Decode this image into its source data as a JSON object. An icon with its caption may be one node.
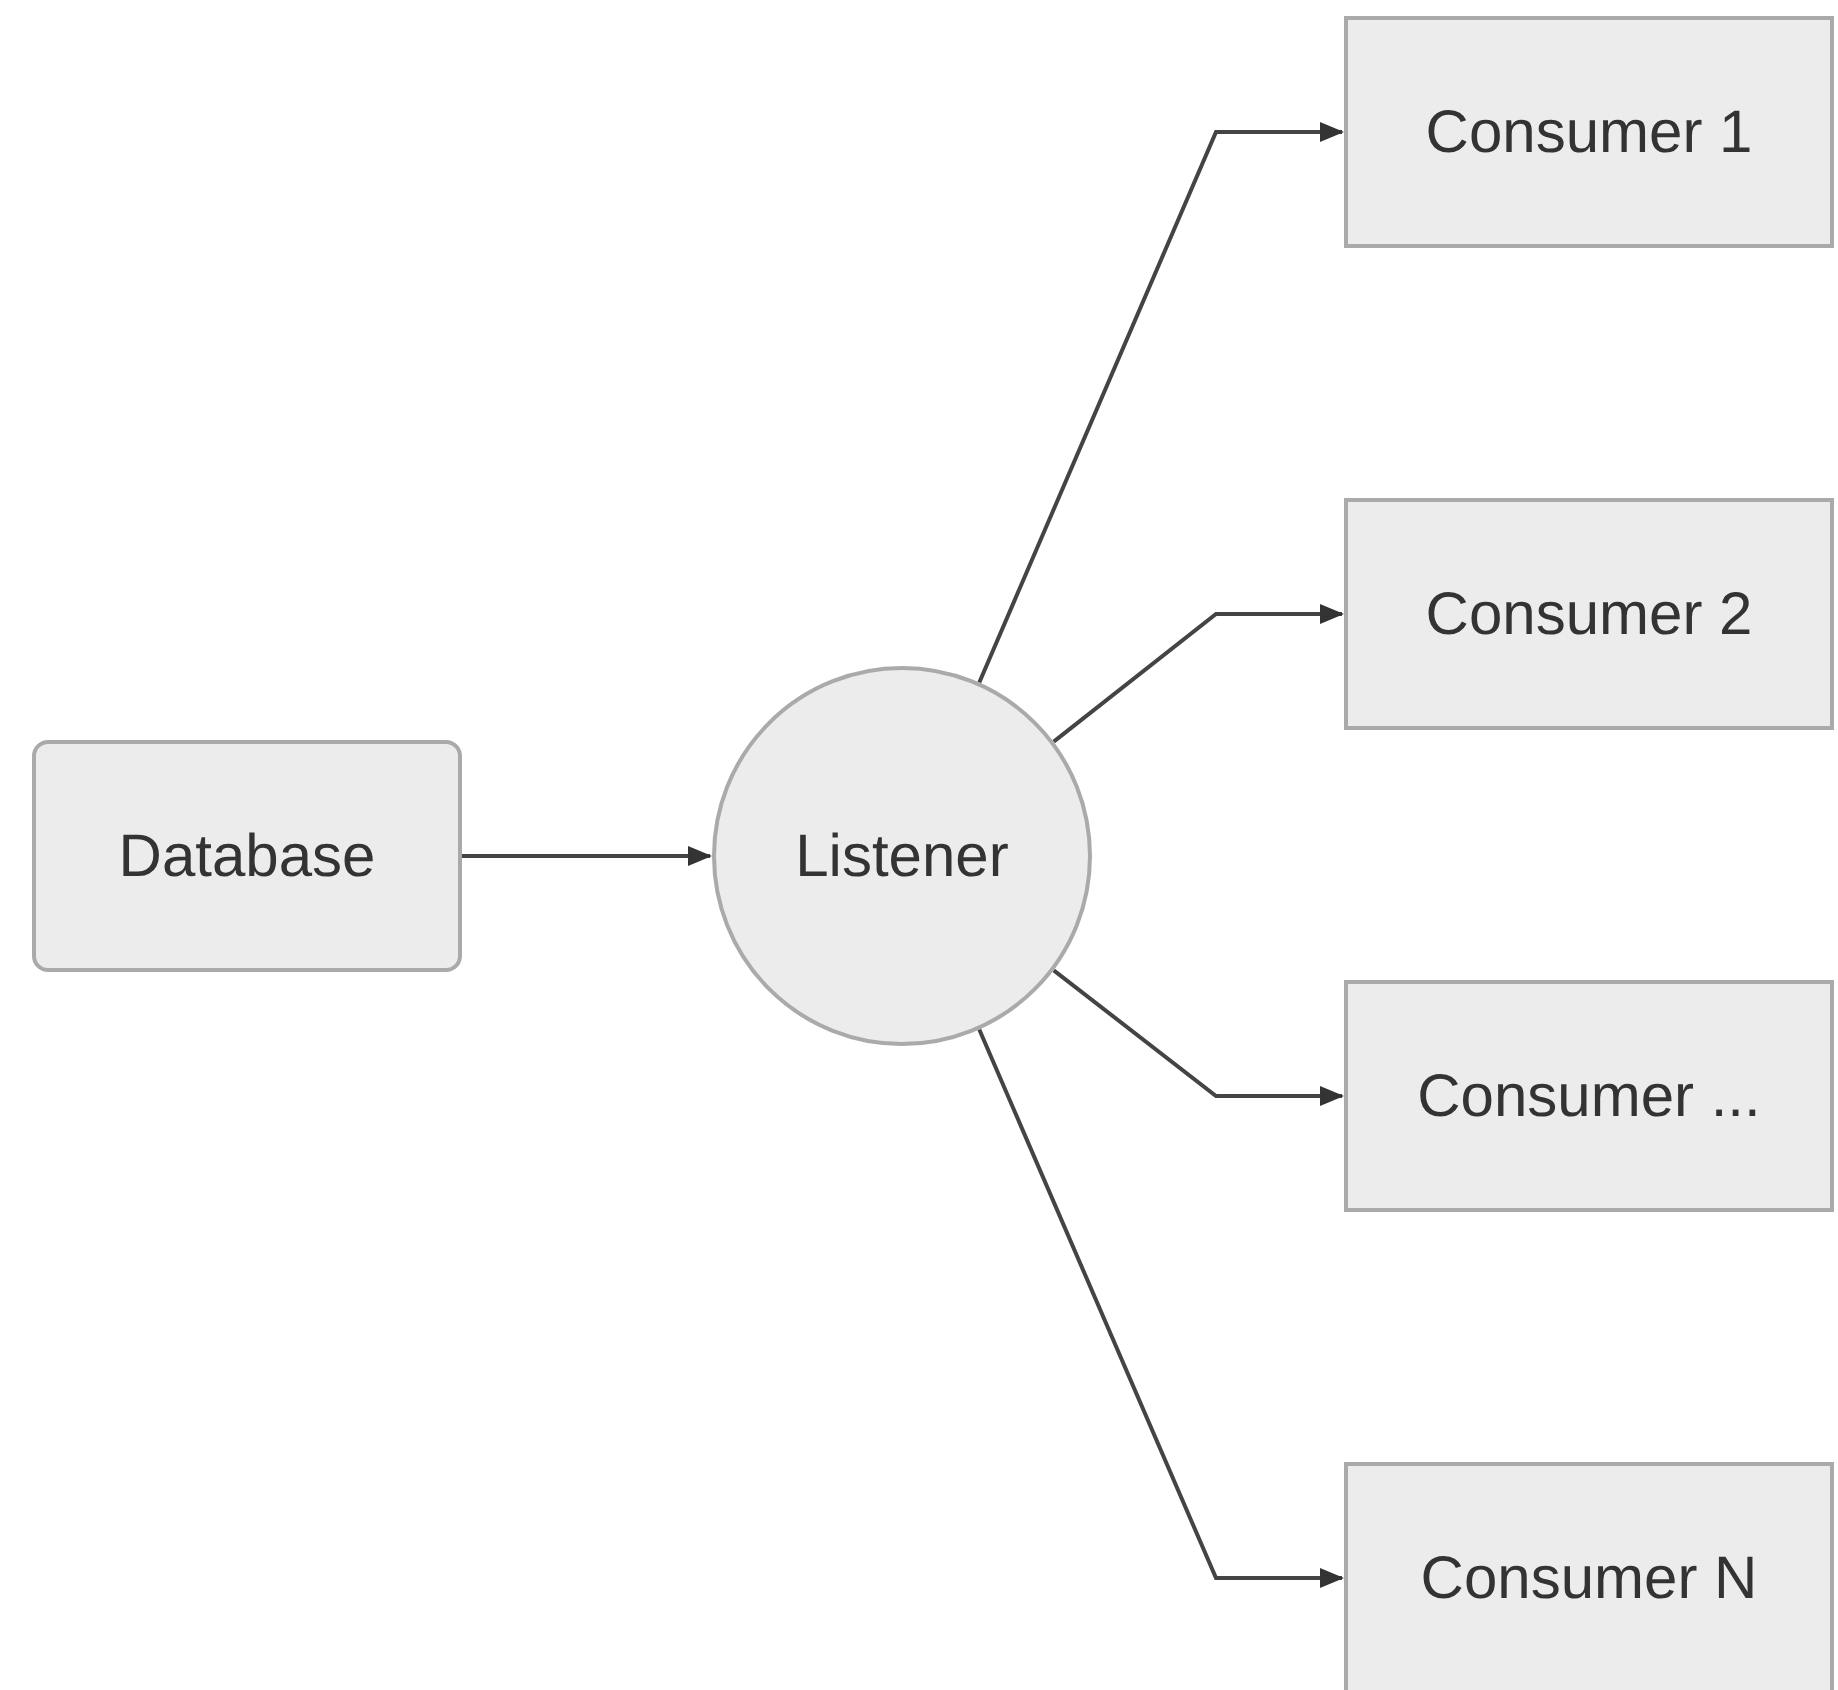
{
  "diagram": {
    "nodes": [
      {
        "text": [
          "Database"
        ]
      },
      {
        "text": [
          "Listener"
        ]
      },
      {
        "text": [
          "Consumer 1"
        ]
      },
      {
        "text": [
          "Consumer 2"
        ]
      },
      {
        "text": [
          "Consumer ..."
        ]
      },
      {
        "text": [
          "Consumer N"
        ]
      }
    ],
    "edges": [
      {
        "from": 0,
        "to": 1,
        "arrow": "to"
      },
      {
        "from": 1,
        "to": 2,
        "arrow": "to"
      },
      {
        "from": 1,
        "to": 3,
        "arrow": "to"
      },
      {
        "from": 1,
        "to": 4,
        "arrow": "to"
      },
      {
        "from": 1,
        "to": 5,
        "arrow": "to"
      }
    ]
  }
}
